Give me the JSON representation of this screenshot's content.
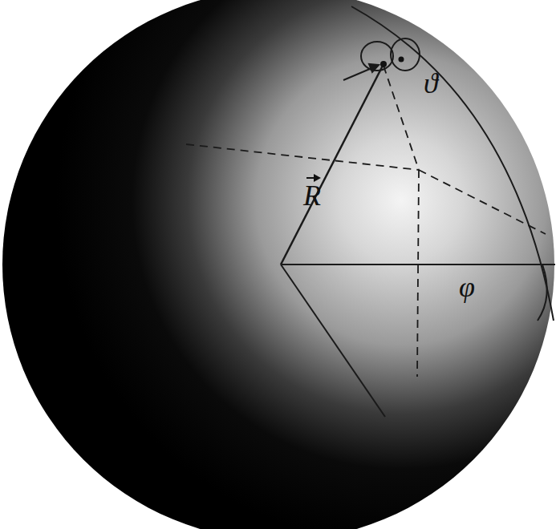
{
  "diagram": {
    "labels": [
      "R",
      "ϑ",
      "φ"
    ]
  }
}
